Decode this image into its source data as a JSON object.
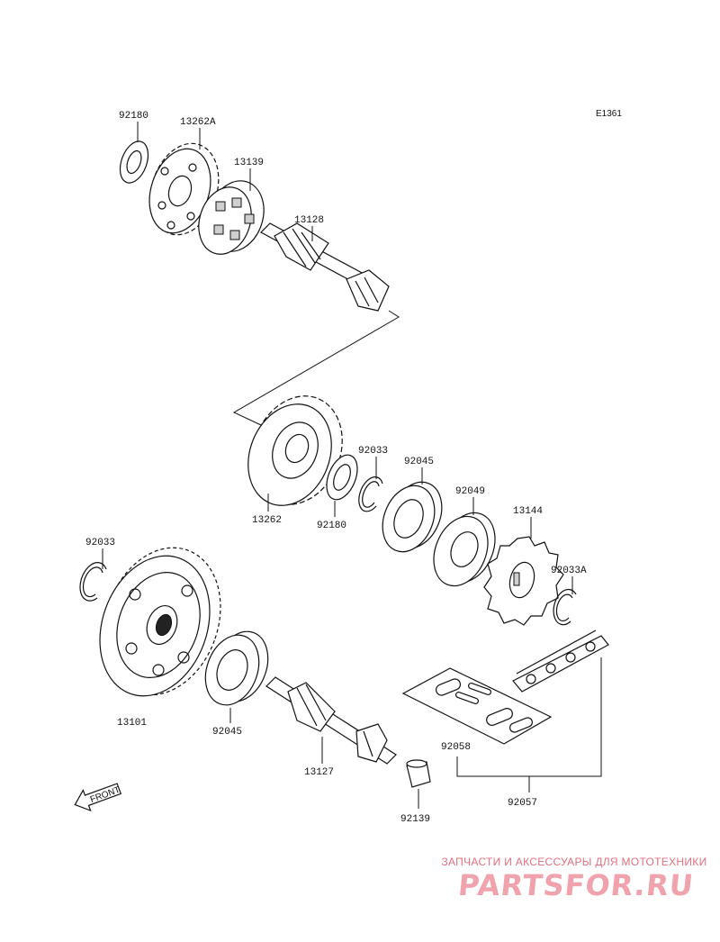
{
  "diagram": {
    "code": "E1361",
    "front_label": "FRONT",
    "labels": {
      "p92180_top": "92180",
      "p13262A": "13262A",
      "p13139": "13139",
      "p13128": "13128",
      "p13262": "13262",
      "p92180_mid": "92180",
      "p92033_mid": "92033",
      "p92045_mid": "92045",
      "p92049": "92049",
      "p13144": "13144",
      "p92033A": "92033A",
      "p92033_left": "92033",
      "p13101": "13101",
      "p92045_low": "92045",
      "p13127": "13127",
      "p92058": "92058",
      "p92139": "92139",
      "p92057": "92057"
    }
  },
  "watermark": {
    "tagline": "ЗАПЧАСТИ И АКСЕССУАРЫ ДЛЯ МОТОТЕХНИКИ",
    "logo": "PARTSFOR.RU",
    "color": "#f1a3ad"
  }
}
